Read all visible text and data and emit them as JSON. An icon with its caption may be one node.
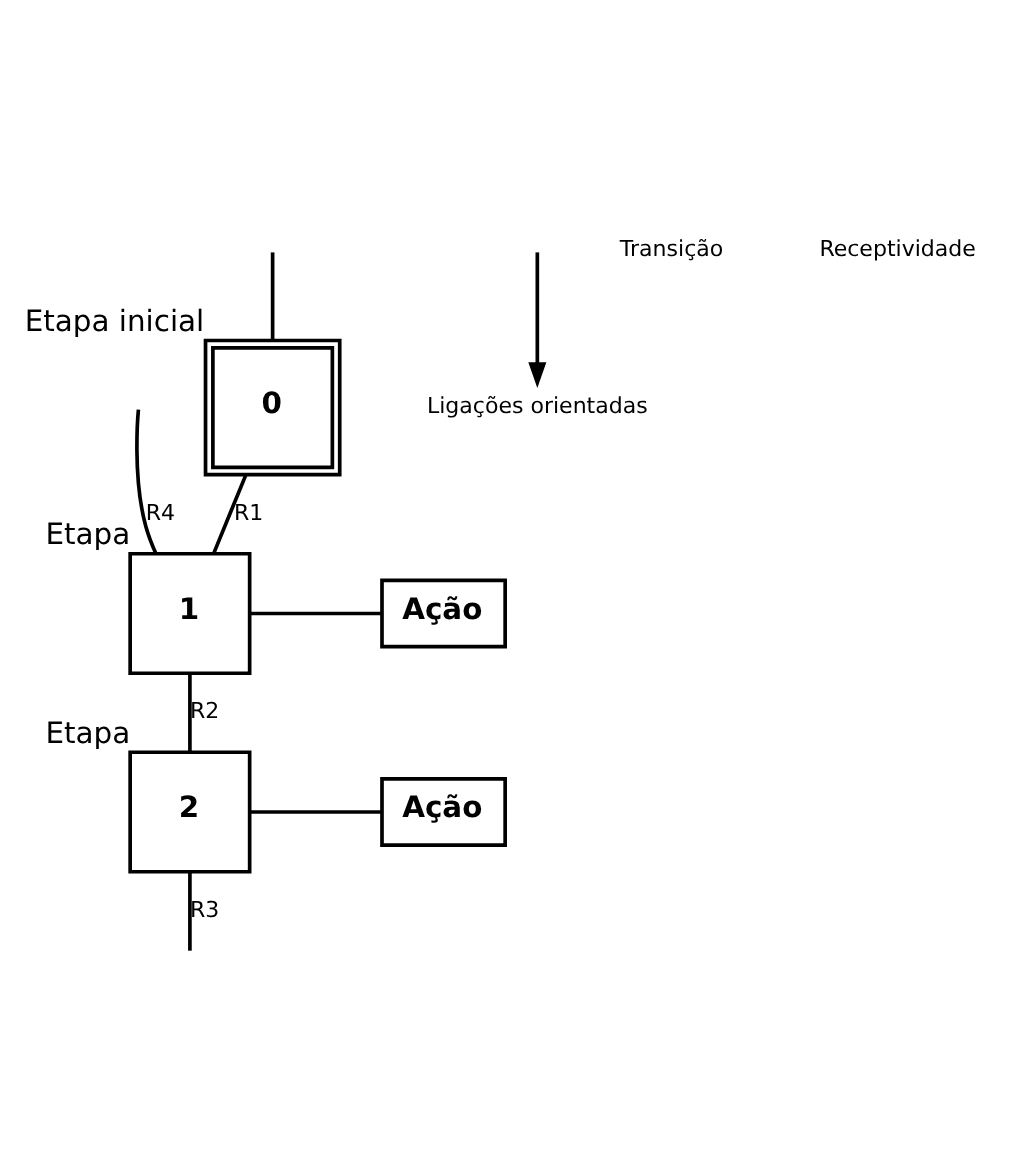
{
  "diagram": {
    "nodes": [
      {
        "text": [
          "0"
        ],
        "beside": [
          "Etapa inicial"
        ]
      },
      {
        "text": [
          "1"
        ],
        "beside": [
          "Etapa"
        ]
      },
      {
        "text": [
          "Ação"
        ]
      },
      {
        "text": [
          "2"
        ],
        "beside": [
          "Etapa"
        ]
      },
      {
        "text": [
          "Ação"
        ]
      },
      {
        "text": [
          "Ligações orientadas"
        ]
      }
    ],
    "edges": [
      {
        "from": null,
        "to": 0,
        "arrow": "none"
      },
      {
        "from": 0,
        "to": 1,
        "arrow": "none",
        "label": "R1"
      },
      {
        "from": 1,
        "to": 2,
        "arrow": "none"
      },
      {
        "from": 1,
        "to": 3,
        "arrow": "none",
        "label": "R2"
      },
      {
        "from": 3,
        "to": 4,
        "arrow": "none"
      },
      {
        "from": 3,
        "to": null,
        "arrow": "none",
        "label": "R3"
      },
      {
        "from": null,
        "to": 1,
        "arrow": "none",
        "label": "R4"
      },
      {
        "from": null,
        "to": 5,
        "arrow": "to"
      }
    ],
    "labels": [
      "Transição",
      "Receptividade"
    ]
  }
}
